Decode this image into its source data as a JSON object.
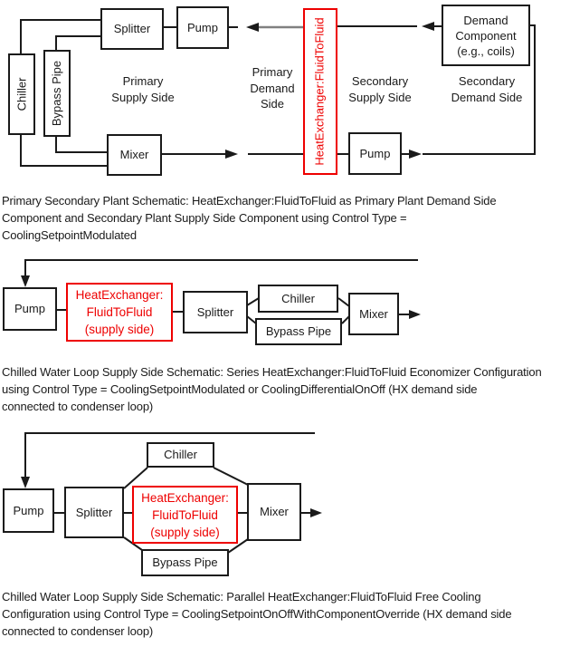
{
  "figure": {
    "colors": {
      "line": "#1a1a1a",
      "accent_red": "#ee0000",
      "hx_return_gray": "#808080"
    }
  },
  "diagram1": {
    "boxes": {
      "chiller": "Chiller",
      "bypass_pipe": "Bypass Pipe",
      "splitter": "Splitter",
      "pump_primary": "Pump",
      "mixer": "Mixer",
      "heat_exchanger": "HeatExchanger:FluidToFluid",
      "pump_secondary": "Pump",
      "demand_component": "Demand Component (e.g., coils)"
    },
    "labels": {
      "primary_supply": [
        "Primary",
        "Supply Side"
      ],
      "primary_demand": [
        "Primary",
        "Demand",
        "Side"
      ],
      "secondary_supply": [
        "Secondary",
        "Supply Side"
      ],
      "secondary_demand": [
        "Secondary",
        "Demand Side"
      ]
    },
    "caption": [
      "Primary Secondary Plant Schematic: HeatExchanger:FluidToFluid as Primary Plant Demand Side",
      "Component and Secondary Plant Supply Side Component using Control Type =",
      "CoolingSetpointModulated"
    ]
  },
  "diagram2": {
    "boxes": {
      "pump": "Pump",
      "heat_exchanger_lines": [
        "HeatExchanger:",
        "FluidToFluid",
        "(supply side)"
      ],
      "splitter": "Splitter",
      "chiller": "Chiller",
      "bypass_pipe": "Bypass Pipe",
      "mixer": "Mixer"
    },
    "caption": [
      "Chilled Water Loop Supply Side Schematic: Series HeatExchanger:FluidToFluid Economizer Configuration",
      "using Control Type = CoolingSetpointModulated or CoolingDifferentialOnOff (HX demand side",
      "connected to condenser loop)"
    ]
  },
  "diagram3": {
    "boxes": {
      "pump": "Pump",
      "splitter": "Splitter",
      "chiller": "Chiller",
      "heat_exchanger_lines": [
        "HeatExchanger:",
        "FluidToFluid",
        "(supply side)"
      ],
      "bypass_pipe": "Bypass Pipe",
      "mixer": "Mixer"
    },
    "caption": [
      "Chilled Water Loop Supply Side Schematic: Parallel HeatExchanger:FluidToFluid Free Cooling",
      "Configuration using Control Type = CoolingSetpointOnOffWithComponentOverride (HX demand side",
      "connected to condenser loop)"
    ]
  }
}
